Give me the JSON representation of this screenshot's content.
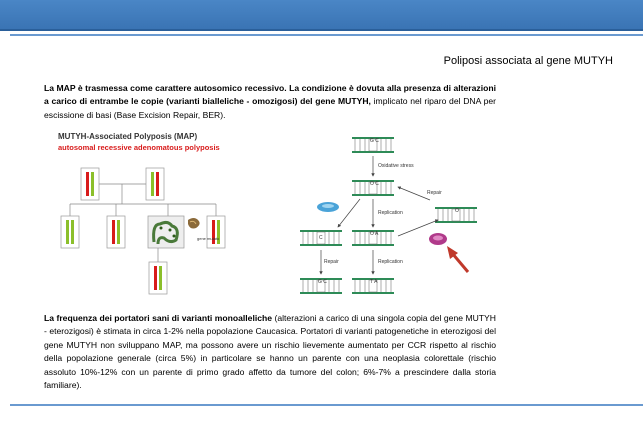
{
  "slide": {
    "title": "Poliposi associata al gene MUTYH",
    "para1_bold": "La MAP è trasmessa come carattere autosomico recessivo. La condizione è dovuta alla presenza di alterazioni a carico di entrambe le copie (varianti bialleliche - omozigosi) del gene MUTYH,",
    "para1_rest": " implicato nel riparo del DNA per escissione di basi (Base Excision Repair, BER).",
    "para2_bold": "La frequenza dei portatori sani di varianti monoalleliche",
    "para2_rest": " (alterazioni a carico di una singola copia del gene MUTYH - eterozigosi) è stimata in circa 1-2% nella popolazione Caucasica. Portatori di varianti patogenetiche in eterozigosi del gene MUTYH non sviluppano MAP, ma possono avere un rischio lievemente aumentato per CCR rispetto al rischio della popolazione generale (circa 5%) in particolare se hanno un parente con una neoplasia colorettale (rischio assoluto 10%-12% con un parente di primo grado affetto da tumore del colon; 6%-7% a prescindere dalla storia familiare)."
  },
  "figure_left": {
    "title": "MUTYH-Associated Polyposis (MAP)",
    "subtitle": "autosomal recessive adenomatous polyposis",
    "gene_label": "gene mutato"
  },
  "figure_right": {
    "labels": {
      "oxidative": "Oxidative stress",
      "repair_top": "Repair",
      "replication1": "Replication",
      "replication2": "Replication",
      "repair_left": "Repair"
    },
    "bases": {
      "top": "G C",
      "oxo": "O C",
      "right": "O",
      "mid": "O A",
      "left": "C",
      "bottom_left": "G C",
      "bottom_mid": "T A"
    }
  },
  "colors": {
    "header_blue": "#3a74b4",
    "allele_red": "#d81b1b",
    "allele_green": "#8bbf2a",
    "accent_red": "#c0392b"
  }
}
